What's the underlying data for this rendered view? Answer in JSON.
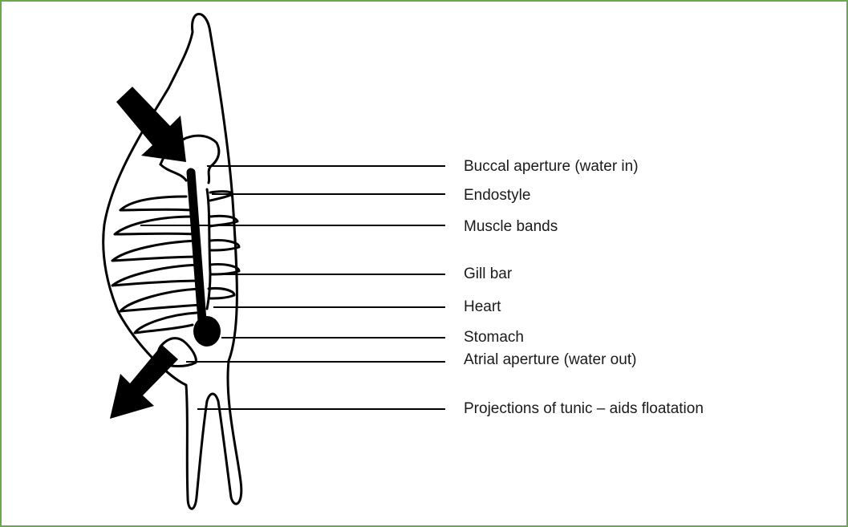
{
  "diagram": {
    "labels": [
      "Buccal aperture (water in)",
      "Endostyle",
      "Muscle bands",
      "Gill bar",
      "Heart",
      "Stomach",
      "Atrial aperture (water out)",
      "Projections of tunic – aids floatation"
    ],
    "colors": {
      "frame": "#6aa84f",
      "ink": "#000000"
    }
  }
}
